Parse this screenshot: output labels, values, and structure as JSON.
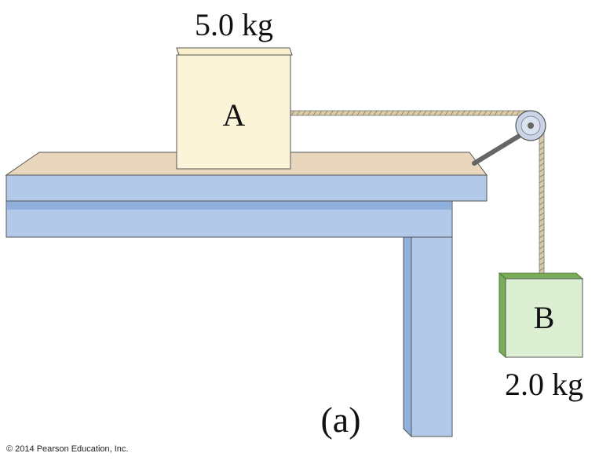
{
  "block_a": {
    "letter": "A",
    "mass_label": "5.0 kg"
  },
  "block_b": {
    "letter": "B",
    "mass_label": "2.0 kg"
  },
  "part_label": "(a)",
  "copyright": "© 2014 Pearson Education, Inc.",
  "colors": {
    "table_top": "#e8d7bd",
    "table_blue": "#b3c9ea",
    "table_blue_dark": "#8fb0dc",
    "block_a_fill": "#fcf4d8",
    "block_b_fill": "#dcefd3",
    "block_b_edge": "#7aac5a",
    "rope": "#d8cba8",
    "pulley": "#c9d5e6",
    "outline": "#555555"
  }
}
